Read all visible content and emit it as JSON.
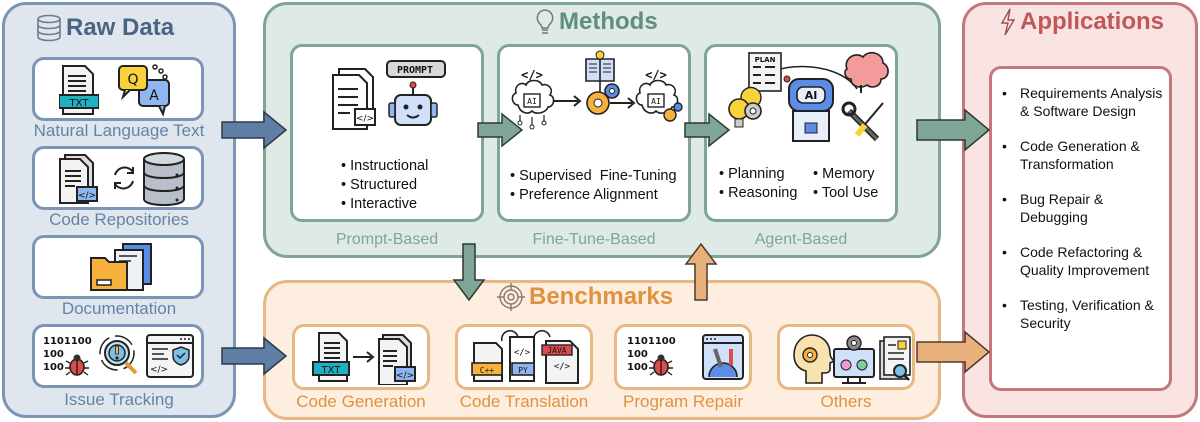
{
  "raw_data": {
    "title": "Raw Data",
    "title_icon": "database-icon",
    "items": [
      {
        "label": "Natural Language Text",
        "icons": [
          "txt-file-icon",
          "qa-chat-icon"
        ]
      },
      {
        "label": "Code Repositories",
        "icons": [
          "code-document-icon",
          "sync-icon",
          "database-icon"
        ]
      },
      {
        "label": "Documentation",
        "icons": [
          "folder-documents-icon"
        ]
      },
      {
        "label": "Issue Tracking",
        "icons": [
          "binary-bug-icon",
          "issue-search-icon",
          "secure-code-window-icon"
        ],
        "binary_text": [
          "1101100",
          "100",
          "100"
        ]
      }
    ]
  },
  "methods": {
    "title": "Methods",
    "title_icon": "lightbulb-icon",
    "groups": [
      {
        "label": "Prompt-Based",
        "bullets": [
          "Instructional",
          "Structured",
          "Interactive"
        ],
        "badge": "PROMPT"
      },
      {
        "label": "Fine-Tune-Based",
        "bullets": [
          "Supervised  Fine-Tuning",
          "Preference Alignment"
        ],
        "chip": "AI",
        "code_tag": "</>"
      },
      {
        "label": "Agent-Based",
        "bullets_left": [
          "Planning",
          "Reasoning"
        ],
        "bullets_right": [
          "Memory",
          "Tool Use"
        ],
        "plan_label": "PLAN",
        "chip": "AI"
      }
    ]
  },
  "benchmarks": {
    "title": "Benchmarks",
    "title_icon": "target-icon",
    "items": [
      {
        "label": "Code Generation",
        "tags": [
          "TXT",
          "</>"
        ]
      },
      {
        "label": "Code Translation",
        "tags": [
          "C++",
          "PY",
          "JAVA"
        ]
      },
      {
        "label": "Program Repair",
        "binary_text": [
          "1101100",
          "100",
          "100"
        ]
      },
      {
        "label": "Others"
      }
    ]
  },
  "applications": {
    "title": "Applications",
    "title_icon": "lightning-icon",
    "items": [
      "Requirements Analysis & Software Design",
      "Code Generation & Transformation",
      "Bug Repair & Debugging",
      "Code Refactoring & Quality Improvement",
      "Testing, Verification & Security"
    ]
  },
  "colors": {
    "raw_data": "#7b95b4",
    "methods": "#7fa597",
    "benchmarks": "#e8b884",
    "applications": "#c57879",
    "benchmark_title": "#df9240"
  }
}
